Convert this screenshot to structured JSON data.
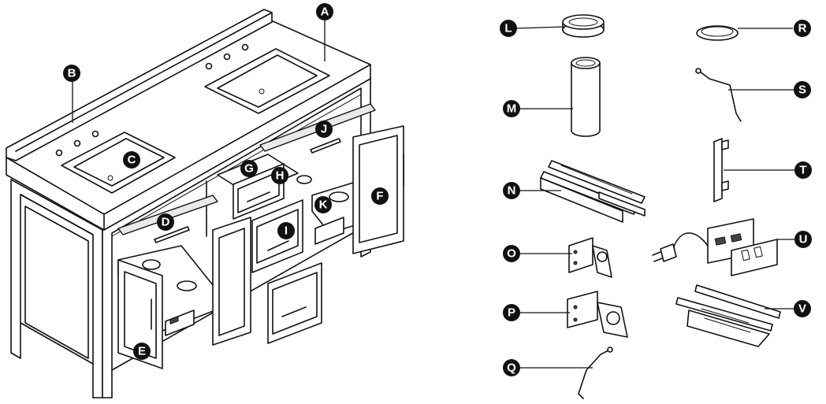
{
  "callouts": {
    "A": "A",
    "B": "B",
    "C": "C",
    "D": "D",
    "E": "E",
    "F": "F",
    "G": "G",
    "H": "H",
    "I": "I",
    "J": "J",
    "K": "K",
    "L": "L",
    "M": "M",
    "N": "N",
    "O": "O",
    "P": "P",
    "Q": "Q",
    "R": "R",
    "S": "S",
    "T": "T",
    "U": "U",
    "V": "V"
  },
  "colors": {
    "line": "#111111",
    "callout_fill": "#111111",
    "callout_text": "#ffffff",
    "background": "#ffffff"
  }
}
